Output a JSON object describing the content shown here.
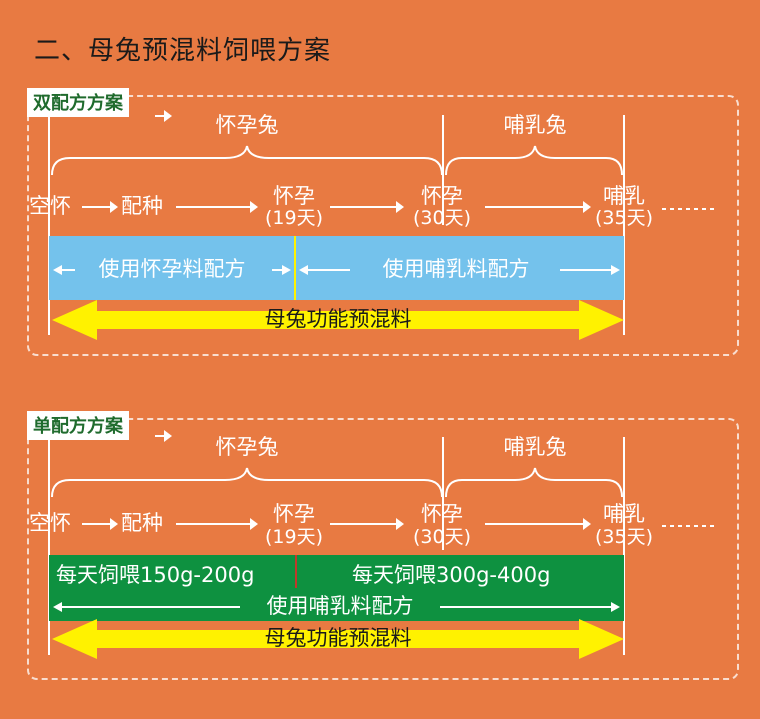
{
  "title": "二、母兔预混料饲喂方案",
  "plans": [
    {
      "label": "双配方方案",
      "brackets": {
        "pregnant": "怀孕兔",
        "lactating": "哺乳兔"
      },
      "stages": {
        "empty": "空怀",
        "mating": "配种",
        "preg19": {
          "name": "怀孕",
          "day": "(19天)"
        },
        "preg30": {
          "name": "怀孕",
          "day": "(30天)"
        },
        "lact35": {
          "name": "哺乳",
          "day": "(35天)"
        }
      },
      "band_left": "使用怀孕料配方",
      "band_right": "使用哺乳料配方",
      "premix": "母兔功能预混料"
    },
    {
      "label": "单配方方案",
      "brackets": {
        "pregnant": "怀孕兔",
        "lactating": "哺乳兔"
      },
      "stages": {
        "empty": "空怀",
        "mating": "配种",
        "preg19": {
          "name": "怀孕",
          "day": "(19天)"
        },
        "preg30": {
          "name": "怀孕",
          "day": "(30天)"
        },
        "lact35": {
          "name": "哺乳",
          "day": "(35天)"
        }
      },
      "feed_left": "每天饲喂150g-200g",
      "feed_right": "每天饲喂300g-400g",
      "band": "使用哺乳料配方",
      "premix": "母兔功能预混料"
    }
  ],
  "colors": {
    "background": "#e87a42",
    "band_blue": "#74c2ec",
    "band_green": "#0e9140",
    "premix_yellow": "#fff200",
    "label_text": "#1f6b2d"
  }
}
